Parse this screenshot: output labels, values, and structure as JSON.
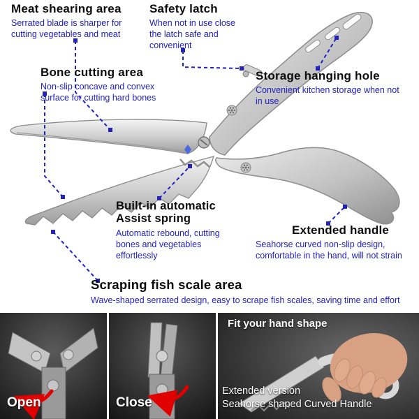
{
  "callouts": [
    {
      "title": "Meat shearing area",
      "desc": "Serrated blade is sharper for cutting vegetables and meat"
    },
    {
      "title": "Safety latch",
      "desc": "When not in use close the latch safe and convenient"
    },
    {
      "title": "Bone cutting area",
      "desc": "Non-slip concave and convex surface for cutting hard bones"
    },
    {
      "title": "Storage hanging hole",
      "desc": "Convenient kitchen storage when not in use"
    },
    {
      "title": "Built-in automatic\nAssist spring",
      "desc": "Automatic rebound, cutting bones and vegetables effortlessly"
    },
    {
      "title": "Extended handle",
      "desc": "Seahorse curved non-slip design, comfortable in the hand, will not strain"
    },
    {
      "title": "Scraping fish scale area",
      "desc": "Wave-shaped serrated design, easy to scrape fish scales, saving time and effort"
    }
  ],
  "panels": {
    "open": {
      "label": "Open"
    },
    "close": {
      "label": "Close"
    },
    "fit": {
      "title": "Fit your hand shape",
      "line1": "Extended version",
      "line2": "Seahorse shaped Curved Handle"
    }
  },
  "colors": {
    "callout_title": "#0c0c0c",
    "callout_desc_blue": "#2222c0",
    "connector_blue": "#2222c0",
    "arrow_red": "#e00000",
    "metal_silver": "#c9c9c9"
  }
}
